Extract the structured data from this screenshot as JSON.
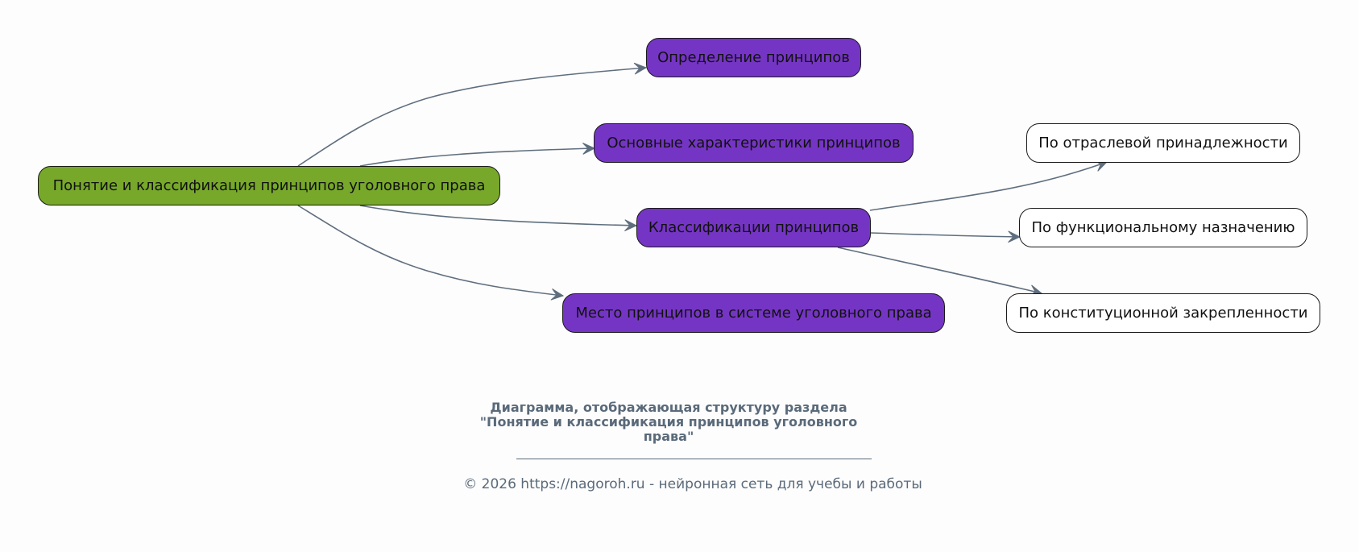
{
  "diagram": {
    "colors": {
      "root": "#77a82a",
      "section": "#7535c4",
      "leaf": "#ffffff",
      "edge": "#5f6e7e",
      "caption": "#5a6a7a"
    },
    "nodes": {
      "root": "Понятие и классификация принципов уголовного права",
      "definition": "Определение принципов",
      "characteristics": "Основные характеристики принципов",
      "classification": "Классификации принципов",
      "place": "Место принципов в системе уголовного права",
      "by_branch": "По отраслевой принадлежности",
      "by_function": "По функциональному назначению",
      "by_constitution": "По конституционной закрепленности"
    },
    "edges": [
      {
        "from": "root",
        "to": "definition"
      },
      {
        "from": "root",
        "to": "characteristics"
      },
      {
        "from": "root",
        "to": "classification"
      },
      {
        "from": "root",
        "to": "place"
      },
      {
        "from": "classification",
        "to": "by_branch"
      },
      {
        "from": "classification",
        "to": "by_function"
      },
      {
        "from": "classification",
        "to": "by_constitution"
      }
    ]
  },
  "caption": {
    "line1": "Диаграмма, отображающая структуру раздела",
    "line2": "\"Понятие и классификация принципов уголовного",
    "line3": "права\""
  },
  "footer": "© 2026 https://nagoroh.ru - нейронная сеть для учебы и работы"
}
